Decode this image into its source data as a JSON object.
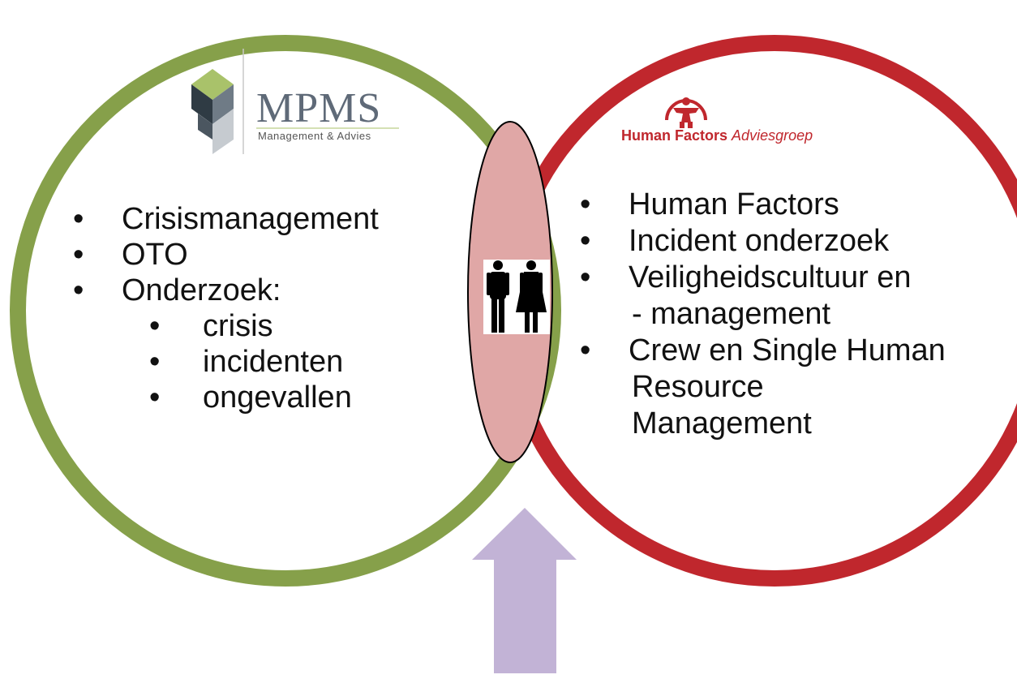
{
  "colors": {
    "left_circle": "#86a04a",
    "right_circle": "#c0272d",
    "overlap_fill": "#e0a7a6",
    "arrow_fill": "#c2b3d6",
    "people_icon": "#000000"
  },
  "left_logo": {
    "icon": "mpms-cube-icon",
    "name": "MPMS",
    "tagline": "Management & Advies"
  },
  "right_logo": {
    "icon": "human-factors-figure-icon",
    "name_bold": "Human Factors",
    "name_italic": "Adviesgroep"
  },
  "center_icon": "people-icon",
  "bottom_arrow_icon": "arrow-up-icon",
  "left_list": {
    "items": [
      "Crisismanagement",
      "OTO",
      "Onderzoek:"
    ],
    "subitems": [
      "crisis",
      "incidenten",
      "ongevallen"
    ]
  },
  "right_list": {
    "item1": "Human Factors",
    "item2": "Incident onderzoek",
    "item3": "Veiligheidscultuur en",
    "item3_cont": "- management",
    "item4": "Crew en Single Human",
    "item4_cont1": "Resource",
    "item4_cont2": "Management"
  }
}
